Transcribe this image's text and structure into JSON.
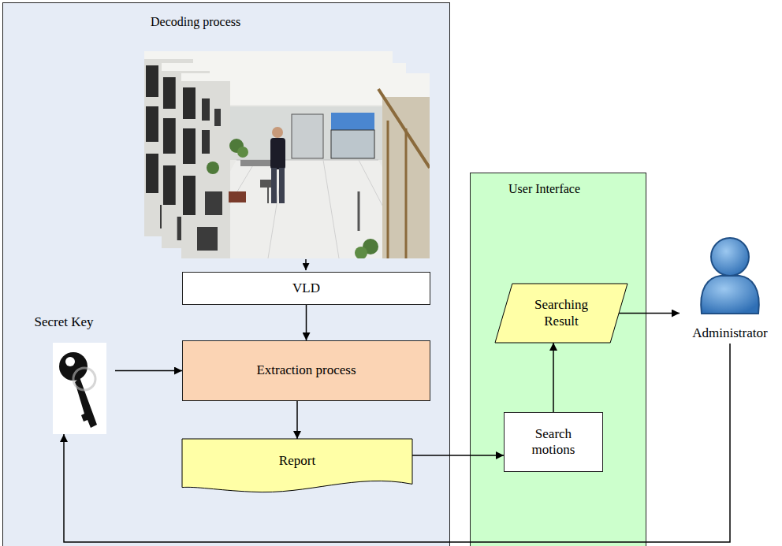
{
  "diagram": {
    "nodes": [
      {
        "text": [
          "Decoding process"
        ]
      },
      {
        "text": [
          "VLD"
        ],
        "in": 0
      },
      {
        "text": [
          "Secret Key"
        ],
        "in": 0
      },
      {
        "text": [
          "Extraction process"
        ],
        "in": 0
      },
      {
        "text": [
          "Report"
        ],
        "in": 0
      },
      {
        "text": [
          "User Interface"
        ]
      },
      {
        "text": [
          "Searching Result"
        ],
        "in": 5
      },
      {
        "text": [
          "Search motions"
        ],
        "in": 5
      },
      {
        "text": [
          "Administrator"
        ]
      }
    ],
    "edges": [
      {
        "from": 1,
        "to": 3,
        "arrow": "to"
      },
      {
        "from": 2,
        "to": 3,
        "arrow": "to"
      },
      {
        "from": 3,
        "to": 4,
        "arrow": "to"
      },
      {
        "from": 4,
        "to": 7,
        "arrow": "to"
      },
      {
        "from": 7,
        "to": 6,
        "arrow": "to"
      },
      {
        "from": 6,
        "to": 8,
        "arrow": "to"
      },
      {
        "from": 8,
        "to": 2,
        "arrow": "to"
      }
    ]
  }
}
